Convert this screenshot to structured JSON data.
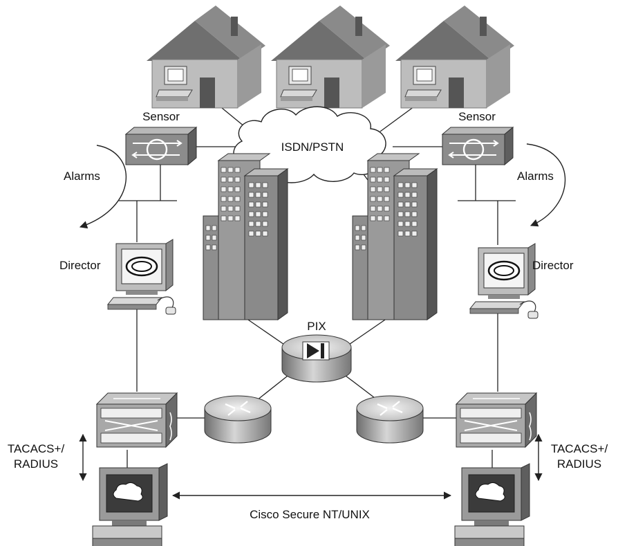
{
  "labels": {
    "cloud": "ISDN/PSTN",
    "sensor_left": "Sensor",
    "sensor_right": "Sensor",
    "alarms_left": "Alarms",
    "alarms_right": "Alarms",
    "director_left": "Director",
    "director_right": "Director",
    "pix": "PIX",
    "tacacs_left_1": "TACACS+/",
    "tacacs_left_2": "RADIUS",
    "tacacs_right_1": "TACACS+/",
    "tacacs_right_2": "RADIUS",
    "secure": "Cisco Secure NT/UNIX"
  },
  "colors": {
    "device_gray": "#8c8c8c",
    "device_light": "#cfcfcf",
    "device_dark": "#5e5e5e",
    "house_wall": "#b3b3b3",
    "house_roof": "#7a7a7a",
    "line": "#222222"
  }
}
